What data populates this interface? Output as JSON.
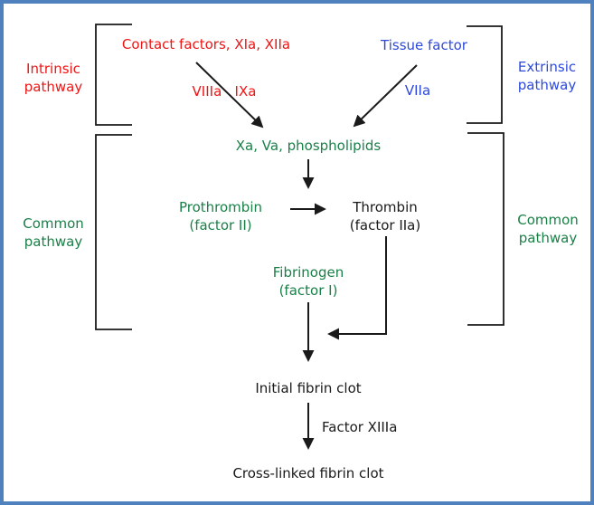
{
  "diagram": {
    "title_semantic": "Coagulation cascade pathway diagram",
    "colors": {
      "frame_border": "#4e81bd",
      "intrinsic_red": "#ee1515",
      "extrinsic_blue": "#2d49dd",
      "common_green": "#1a8048",
      "text_black": "#1a1a1a",
      "background": "#ffffff"
    },
    "labels": {
      "intrinsic_pathway": "Intrinsic\npathway",
      "contact_factors": "Contact factors, XIa, XIIa",
      "viiia_ixa": "VIIIa   IXa",
      "tissue_factor": "Tissue factor",
      "viia": "VIIa",
      "extrinsic_pathway": "Extrinsic\npathway",
      "xa_va_phospholipids": "Xa, Va, phospholipids",
      "common_pathway_left": "Common\npathway",
      "common_pathway_right": "Common\npathway",
      "prothrombin": "Prothrombin\n(factor II)",
      "thrombin": "Thrombin\n(factor IIa)",
      "fibrinogen": "Fibrinogen\n(factor I)",
      "initial_fibrin_clot": "Initial fibrin clot",
      "factor_xiiia": "Factor XIIIa",
      "cross_linked_fibrin_clot": "Cross-linked fibrin clot"
    }
  }
}
